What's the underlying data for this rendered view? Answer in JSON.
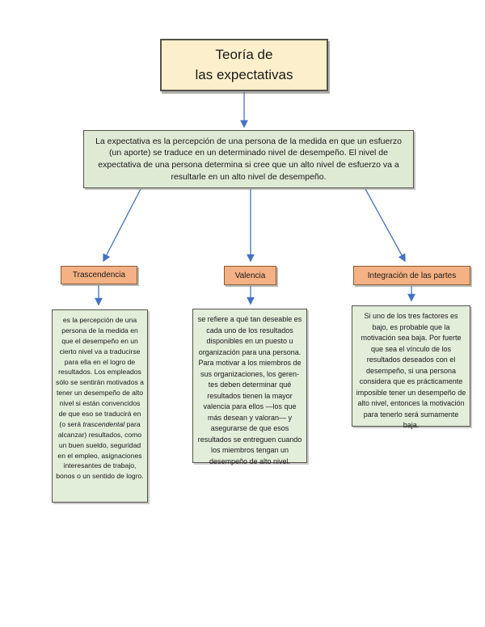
{
  "diagram": {
    "title": "Teoría de\nlas expectativas",
    "definition": "La expectativa es la percepción de una persona de la medida en que un esfuerzo (un aporte) se traduce en un determinado nivel de desempeño. El nivel de expectativa de una persona determina si cree que un alto nivel de esfuerzo va a resultarle en un alto nivel de desempeño.",
    "branches": [
      {
        "label": "Trascendencia",
        "description_before": "es la percepción de una persona de la medida en que el desempeño en un cierto nivel va a traducirse para ella en el logro de resultados. Los empleados sólo se sentirán motivados a tener un desempeño de alto nivel si están convencidos de que eso se traducirá en (o será ",
        "description_italic": "trascendental",
        "description_after": " para alcanzar) resultados, como un buen sueldo, seguridad en el empleo, asignaciones interesantes de trabajo, bonos o un sentido de logro."
      },
      {
        "label": "Valencia",
        "description_before": "se refiere a qué tan deseable es cada uno de los resultados disponibles en un puesto u organización para una persona. Para motivar a los miembros de sus organizaciones, los geren- tes deben determinar qué resultados tienen la mayor valencia para ellos —los que más desean y valoran— y asegurarse de que esos resultados se entreguen cuando los miembros tengan un desempeño de alto nivel.",
        "description_italic": "",
        "description_after": ""
      },
      {
        "label": "Integración de las partes",
        "description_before": "Si uno de los tres factores es bajo, es probable que la motivación sea baja. Por fuerte que sea el vínculo de los resultados deseados con el desempeño, si una persona considera que es prácticamente imposible tener un desempeño de alto nivel, entonces la motivación para tenerlo será sumamente baja.",
        "description_italic": "",
        "description_after": ""
      }
    ],
    "colors": {
      "arrow": "#4472C4",
      "title_fill": "#FCEFCB",
      "definition_fill": "#DFEAD5",
      "branch_label_fill": "#F4B183",
      "branch_desc_fill": "#E2EDDA",
      "box_border": "#54534A",
      "orange_border": "#8C5A32"
    }
  }
}
